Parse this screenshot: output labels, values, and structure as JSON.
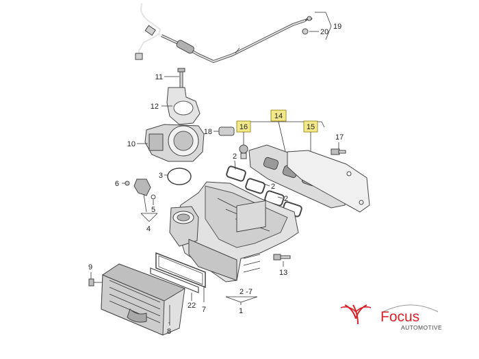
{
  "callouts": {
    "c1": "1",
    "c2a": "2",
    "c2b": "2",
    "c2c": "2",
    "c2d": "2",
    "c2range": "2 -7",
    "c3": "3",
    "c4": "4",
    "c5": "5",
    "c6": "6",
    "c7": "7",
    "c8": "8",
    "c9": "9",
    "c10": "10",
    "c11": "11",
    "c12": "12",
    "c13": "13",
    "c14": "14",
    "c15": "15",
    "c16": "16",
    "c17": "17",
    "c18": "18",
    "c19": "19",
    "c20": "20",
    "c22": "22"
  },
  "highlighted_callouts": [
    "14",
    "15",
    "16"
  ],
  "brand": {
    "name": "Focus",
    "subtitle": "AUTOMOTIVE",
    "accent_color": "#d8232a"
  },
  "colors": {
    "part_fill": "#e4e4e4",
    "part_dark": "#9a9a9a",
    "highlight_fill": "#f4e98a"
  }
}
